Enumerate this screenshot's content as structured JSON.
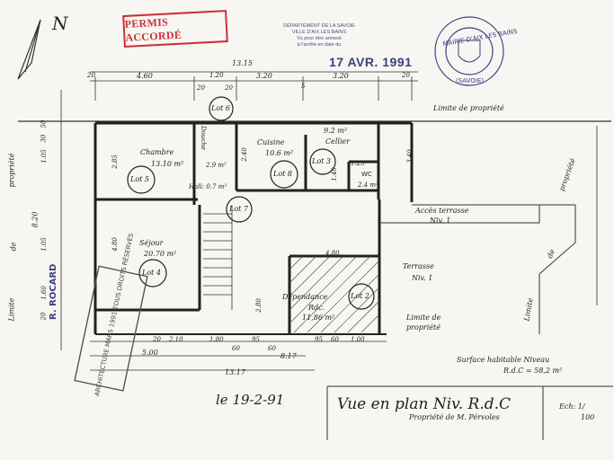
{
  "stamps": {
    "permit": "PERMIS ACCORDÉ",
    "department_line1": "DÉPARTEMENT DE LA SAVOIE",
    "department_line2": "VILLE D'AIX LES BAINS",
    "annex_line1": "Vu pour être annexé",
    "annex_line2": "à l'arrêté en date du",
    "annex_date": "17 AVR. 1991",
    "seal_top": "MAIRIE D'AIX LES BAINS",
    "seal_bottom": "(SAVOIE)",
    "architect": "R. ROCARD",
    "rotated_stamp": "ARCHITECTURE MARS 1991 TOUS DROITS RÉSERVÉS"
  },
  "north": "N",
  "dimensions": {
    "total_top": "13.15",
    "top_20a": "20",
    "top_460": "4.60",
    "top_20b": "20",
    "top_120": "1.20",
    "top_20c": "20",
    "top_320a": "3.20",
    "top_5": "5",
    "top_320b": "3.20",
    "top_20d": "20",
    "left_total": "8.20",
    "left_50": "50",
    "left_105a": "1.05",
    "left_105b": "1.05",
    "left_160": "1.60",
    "left_20": "20",
    "left_30": "30",
    "chambre_h": "2.85",
    "sejour_h": "4.80",
    "douche_h": "2.40",
    "cellier_w": "1.40",
    "wc_h": "1.25",
    "right_340": "3.40",
    "terrace_w": "4.80",
    "dep_h": "2.80",
    "bottom_20a": "20",
    "bottom_210": "2.10",
    "bottom_180": "1.80",
    "bottom_60a": "60",
    "bottom_95a": "95",
    "bottom_60b": "60",
    "bottom_95b": "95",
    "bottom_60c": "60",
    "bottom_100": "1.00",
    "bottom_500": "5.00",
    "bottom_817": "8.17",
    "bottom_total": "13.17"
  },
  "rooms": {
    "chambre": "Chambre",
    "chambre_area": "13.10 m²",
    "douche": "Douche",
    "douche_area": "2.9 m²",
    "cuisine": "Cuisine",
    "cuisine_area": "10.6 m²",
    "cellier_area": "9.2 m²",
    "cellier": "Cellier",
    "wc": "WC",
    "wc_area": "2.4 m²",
    "hall": "Hall: 0.7 m²",
    "sejour": "Séjour",
    "sejour_area": "20.70 m²",
    "dependance": "Dépendance",
    "dependance_level": "Rdc.",
    "dependance_area": "11,86 m²",
    "terrasse": "Terrasse",
    "terrasse_level": "Niv. 1",
    "acces": "Accès terrasse",
    "acces_level": "Niv. 1"
  },
  "lots": [
    "Lot 6",
    "Lot 5",
    "Lot 8",
    "Lot 3",
    "Lot 7",
    "Lot 4",
    "Lot 2"
  ],
  "property_limits": {
    "top": "Limite de propriété",
    "mid": "Limite de propriété",
    "left_a": "propriété",
    "left_b": "de",
    "left_c": "Limite",
    "right_a": "propriété",
    "right_b": "de",
    "right_c": "Limite"
  },
  "surface_line1": "Surface habitable Niveau",
  "surface_line2": "R.d.C = 58,2 m²",
  "date_hand": "le 19-2-91",
  "title": "Vue en plan Niv. R.d.C",
  "subtitle": "Propriété de M. Pérvoles",
  "scale_label": "Ech: 1/",
  "scale_value": "100"
}
